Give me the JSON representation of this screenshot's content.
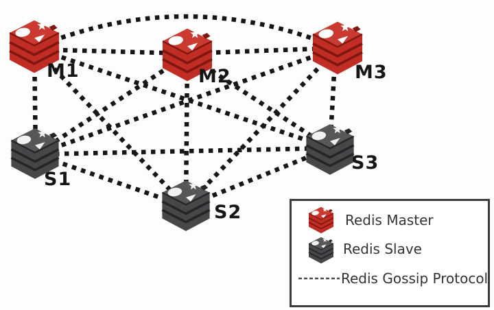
{
  "diagram": {
    "nodes": [
      {
        "id": "M1",
        "label": "M1",
        "role": "master"
      },
      {
        "id": "M2",
        "label": "M2",
        "role": "master"
      },
      {
        "id": "M3",
        "label": "M3",
        "role": "master"
      },
      {
        "id": "S1",
        "label": "S1",
        "role": "slave"
      },
      {
        "id": "S2",
        "label": "S2",
        "role": "slave"
      },
      {
        "id": "S3",
        "label": "S3",
        "role": "slave"
      }
    ],
    "edges": [
      [
        "M1",
        "M2"
      ],
      [
        "M2",
        "M3"
      ],
      [
        "M1",
        "M3"
      ],
      [
        "S1",
        "S2"
      ],
      [
        "S2",
        "S3"
      ],
      [
        "S1",
        "S3"
      ],
      [
        "M1",
        "S1"
      ],
      [
        "M2",
        "S2"
      ],
      [
        "M3",
        "S3"
      ],
      [
        "M1",
        "S2"
      ],
      [
        "M1",
        "S3"
      ],
      [
        "M2",
        "S1"
      ],
      [
        "M2",
        "S3"
      ],
      [
        "M3",
        "S1"
      ],
      [
        "M3",
        "S2"
      ]
    ],
    "edge_style": "dotted",
    "edge_meaning": "Redis Gossip Protocol"
  },
  "legend": {
    "items": [
      {
        "icon": "redis-master-icon",
        "label": "Redis Master"
      },
      {
        "icon": "redis-slave-icon",
        "label": "Redis Slave"
      },
      {
        "icon": "gossip-line-icon",
        "label": "Redis Gossip Protocol"
      }
    ]
  },
  "colors": {
    "master_red": "#c02d25",
    "slave_gray": "#47474a",
    "edge_black": "#161616",
    "background": "#fdfdfd"
  }
}
